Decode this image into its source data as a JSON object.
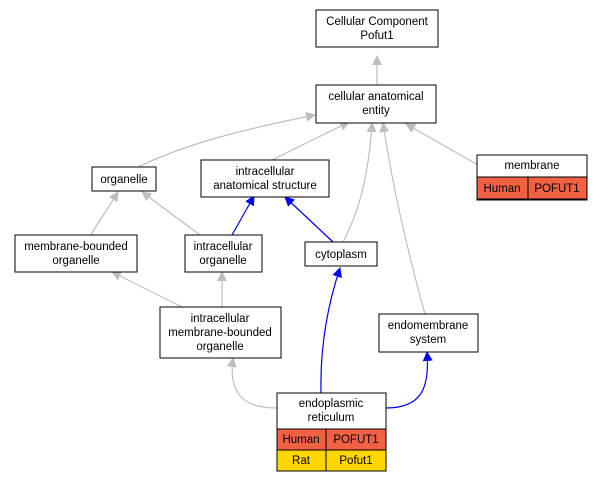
{
  "nodes": {
    "root": {
      "line1": "Cellular Component",
      "line2": "Pofut1"
    },
    "cae": {
      "line1": "cellular anatomical",
      "line2": "entity"
    },
    "organelle": {
      "line1": "organelle"
    },
    "ias": {
      "line1": "intracellular",
      "line2": "anatomical structure"
    },
    "membrane": {
      "line1": "membrane"
    },
    "mbo": {
      "line1": "membrane-bounded",
      "line2": "organelle"
    },
    "io": {
      "line1": "intracellular",
      "line2": "organelle"
    },
    "cyto": {
      "line1": "cytoplasm"
    },
    "imbo": {
      "line1": "intracellular",
      "line2": "membrane-bounded",
      "line3": "organelle"
    },
    "endo_sys": {
      "line1": "endomembrane",
      "line2": "system"
    },
    "er": {
      "line1": "endoplasmic",
      "line2": "reticulum"
    }
  },
  "annotations": {
    "membrane": [
      {
        "species": "Human",
        "gene": "POFUT1"
      }
    ],
    "er": [
      {
        "species": "Human",
        "gene": "POFUT1"
      },
      {
        "species": "Rat",
        "gene": "Pofut1"
      }
    ]
  },
  "colors": {
    "human": "#f26144",
    "rat": "#ffd700",
    "edge_gray": "#bebebe",
    "edge_blue": "#0000ff"
  }
}
